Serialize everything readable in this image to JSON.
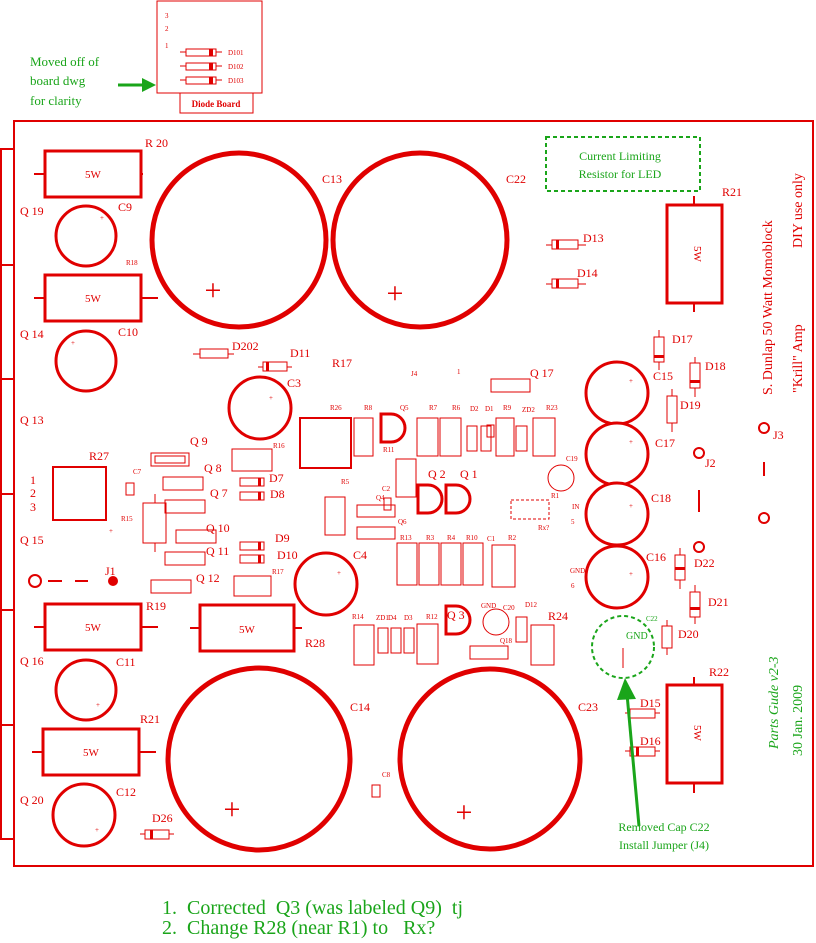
{
  "diode_board": {
    "title": "Diode Board",
    "numbers": [
      "3",
      "2",
      "1"
    ],
    "diodes": [
      "D101",
      "D102",
      "D103"
    ],
    "note": [
      "Moved off of",
      "board dwg",
      "for clarity"
    ]
  },
  "board": {
    "title": [
      "S. Dunlap 50 Watt Momoblock",
      "\"Krill\" Amp",
      "DIY use only"
    ],
    "guide": [
      "Parts Gude v2-3",
      "30 Jan. 2009"
    ],
    "current_limit_note": [
      "Current Limiting",
      "Resistor for LED"
    ],
    "removed_cap_note": [
      "Removed Cap C22",
      "Install Jumper (J4)"
    ]
  },
  "resistors": [
    {
      "label": "R 20",
      "value": "5W"
    },
    {
      "label": "R18",
      "value": "5W"
    },
    {
      "label": "R19",
      "value": "5W"
    },
    {
      "label": "R28",
      "value": "5W"
    },
    {
      "label": "R21",
      "value": "5W"
    },
    {
      "label": "R21",
      "value": "5W",
      "vertical": true
    },
    {
      "label": "R22",
      "value": "5W",
      "vertical": true
    }
  ],
  "big_caps": [
    "C13",
    "C22",
    "C14",
    "C23"
  ],
  "small_caps": [
    "C9",
    "C10",
    "C11",
    "C12",
    "C3",
    "C4",
    "C15",
    "C17",
    "C18",
    "C16",
    "C19",
    "C20",
    "C1",
    "C2",
    "C7",
    "C8",
    "C22"
  ],
  "transistors": [
    "Q 19",
    "Q 14",
    "Q 13",
    "Q 15",
    "Q 16",
    "Q 20",
    "Q 9",
    "Q 8",
    "Q 7",
    "Q 10",
    "Q 11",
    "Q 12",
    "Q 17",
    "Q 2",
    "Q 1",
    "Q 3",
    "Q4",
    "Q5",
    "Q6",
    "Q18"
  ],
  "diodes": [
    "D13",
    "D14",
    "D202",
    "D11",
    "D17",
    "D18",
    "D19",
    "D7",
    "D8",
    "D10",
    "D9",
    "D22",
    "D21",
    "D20",
    "D15",
    "D16",
    "D26",
    "D1",
    "D2",
    "D3",
    "D4",
    "D12",
    "ZD1",
    "ZD2"
  ],
  "misc_labels": [
    "R17",
    "R26",
    "R8",
    "R7",
    "R6",
    "R9",
    "R23",
    "R16",
    "R27",
    "R15",
    "R5",
    "R11",
    "R1",
    "R13",
    "R3",
    "R4",
    "R10",
    "R2",
    "R14",
    "R12",
    "R24",
    "IN",
    "GND",
    "J1",
    "J2",
    "J3",
    "J4",
    "1",
    "5",
    "1",
    "6",
    "Rx?",
    "1",
    "2",
    "3"
  ],
  "footer": [
    "1.  Corrected  Q3 (was labeled Q9)  tj",
    "2.  Change R28 (near R1) to   Rx?"
  ],
  "colors": {
    "trace": "#e00000",
    "note": "#1aa51a",
    "background": "#ffffff"
  }
}
